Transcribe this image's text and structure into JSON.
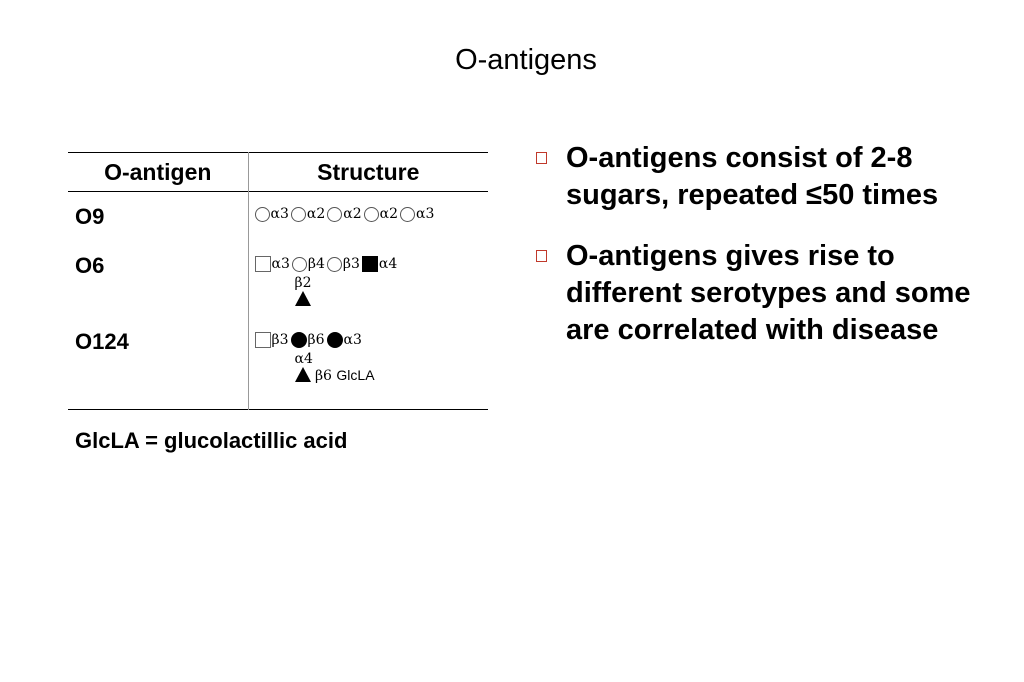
{
  "slide": {
    "title": "O-antigens"
  },
  "table": {
    "headers": [
      "O-antigen",
      "Structure"
    ],
    "rows": [
      {
        "name": "O9",
        "chain": [
          {
            "sugar": "open-circle"
          },
          {
            "link": "α3"
          },
          {
            "sugar": "open-circle"
          },
          {
            "link": "α2"
          },
          {
            "sugar": "open-circle"
          },
          {
            "link": "α2"
          },
          {
            "sugar": "open-circle"
          },
          {
            "link": "α2"
          },
          {
            "sugar": "open-circle"
          },
          {
            "link": "α3"
          }
        ]
      },
      {
        "name": "O6",
        "chain": [
          {
            "sugar": "open-square"
          },
          {
            "link": "α3"
          },
          {
            "sugar": "open-circle"
          },
          {
            "link": "β4"
          },
          {
            "sugar": "open-circle"
          },
          {
            "link": "β3"
          },
          {
            "sugar": "filled-square"
          },
          {
            "link": "α4"
          }
        ],
        "branch_link": "β2",
        "branch_sugar": "filled-triangle"
      },
      {
        "name": "O124",
        "chain": [
          {
            "sugar": "open-square"
          },
          {
            "link": "β3"
          },
          {
            "sugar": "filled-circle"
          },
          {
            "link": "β6"
          },
          {
            "sugar": "filled-circle"
          },
          {
            "link": "α3"
          }
        ],
        "branch_link": "α4",
        "branch_sugar": "filled-triangle",
        "branch_tail_link": "β6",
        "branch_tail_label": "GlcLA"
      }
    ]
  },
  "footnote": "GlcLA = glucolactillic acid",
  "bullets": [
    "O-antigens consist of 2-8 sugars, repeated ≤50 times",
    "O-antigens gives rise to different serotypes and some are correlated with disease"
  ]
}
